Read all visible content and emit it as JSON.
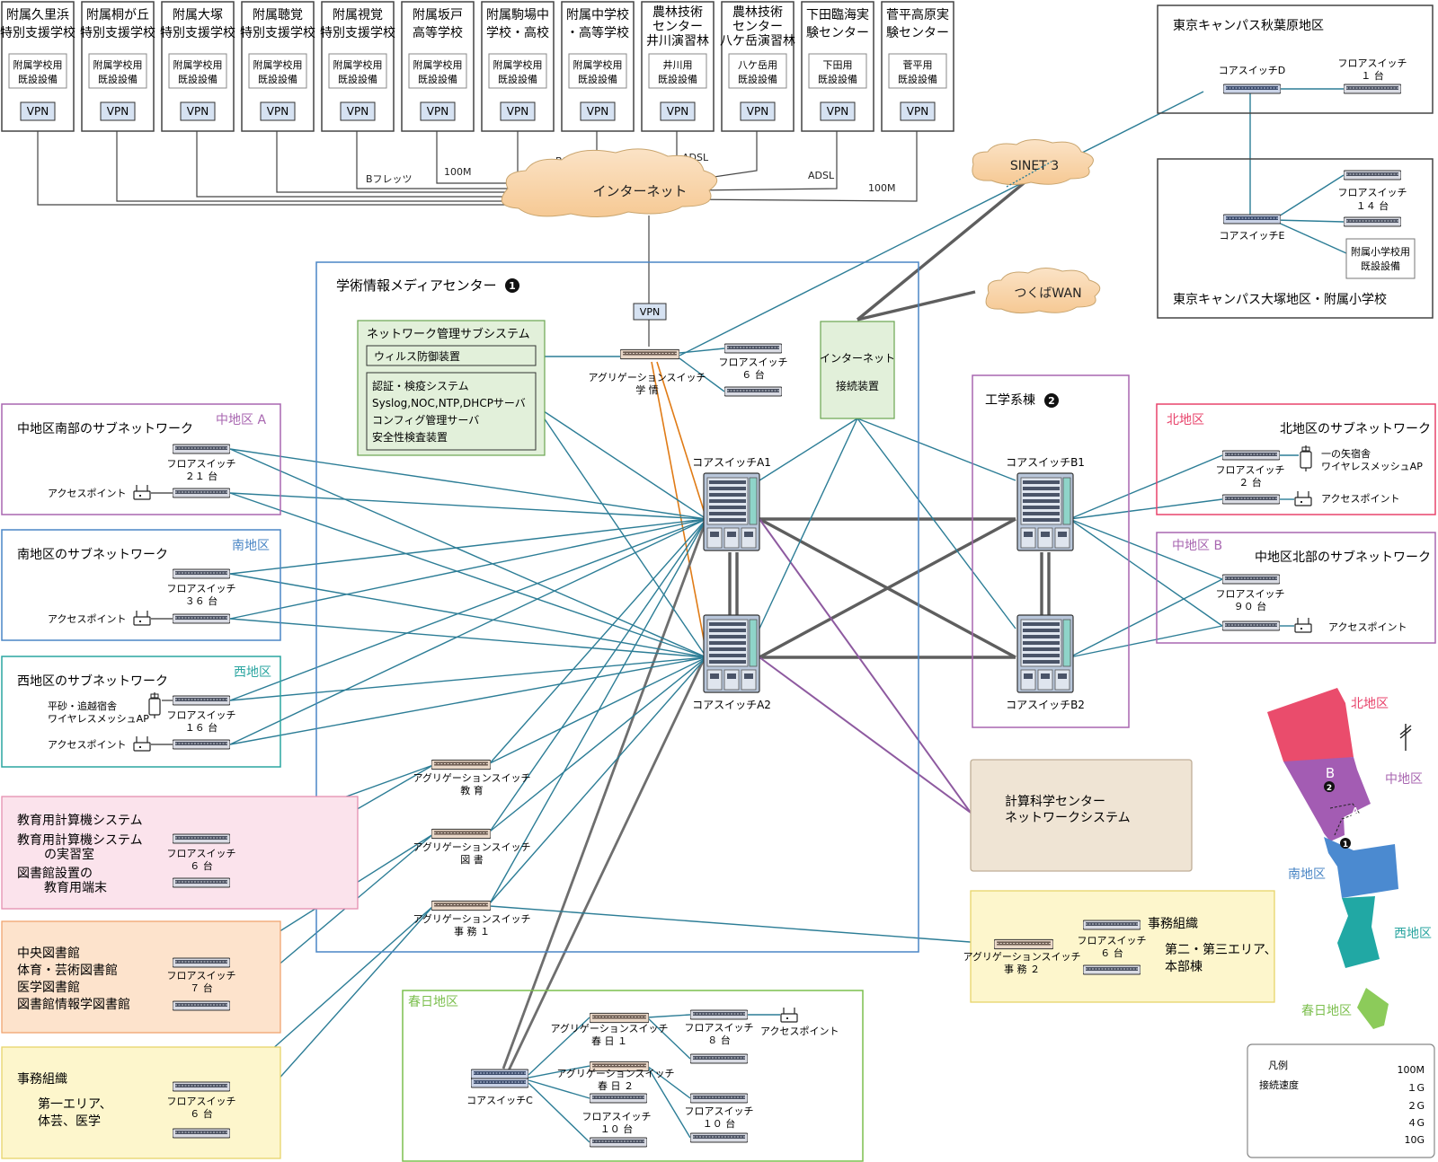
{
  "schools": [
    {
      "name1": "附属久里浜",
      "name2": "特別支援学校",
      "eq1": "附属学校用",
      "eq2": "既設設備",
      "vpn": "VPN"
    },
    {
      "name1": "附属桐が丘",
      "name2": "特別支援学校",
      "eq1": "附属学校用",
      "eq2": "既設設備",
      "vpn": "VPN"
    },
    {
      "name1": "附属大塚",
      "name2": "特別支援学校",
      "eq1": "附属学校用",
      "eq2": "既設設備",
      "vpn": "VPN"
    },
    {
      "name1": "附属聴覚",
      "name2": "特別支援学校",
      "eq1": "附属学校用",
      "eq2": "既設設備",
      "vpn": "VPN"
    },
    {
      "name1": "附属視覚",
      "name2": "特別支援学校",
      "eq1": "附属学校用",
      "eq2": "既設設備",
      "vpn": "VPN"
    },
    {
      "name1": "附属坂戸",
      "name2": "高等学校",
      "eq1": "附属学校用",
      "eq2": "既設設備",
      "vpn": "VPN"
    },
    {
      "name1": "附属駒場中",
      "name2": "学校・高校",
      "eq1": "附属学校用",
      "eq2": "既設設備",
      "vpn": "VPN"
    },
    {
      "name1": "附属中学校",
      "name2": "・高等学校",
      "eq1": "附属学校用",
      "eq2": "既設設備",
      "vpn": "VPN"
    },
    {
      "name1": "農林技術",
      "name2": "センター",
      "name3": "井川演習林",
      "eq1": "井川用",
      "eq2": "既設設備",
      "vpn": "VPN"
    },
    {
      "name1": "農林技術",
      "name2": "センター",
      "name3": "八ケ岳演習林",
      "eq1": "八ケ岳用",
      "eq2": "既設設備",
      "vpn": "VPN"
    },
    {
      "name1": "下田臨海実",
      "name2": "験センター",
      "eq1": "下田用",
      "eq2": "既設設備",
      "vpn": "VPN"
    },
    {
      "name1": "菅平高原実",
      "name2": "験センター",
      "eq1": "菅平用",
      "eq2": "既設設備",
      "vpn": "VPN"
    }
  ],
  "wan_labels": {
    "bflets1": "Bフレッツ",
    "m100a": "100M",
    "bflets2": "Bフレッツ",
    "adsl1": "ADSL",
    "adsl2": "ADSL",
    "m100b": "100M"
  },
  "clouds": {
    "internet": "インターネット",
    "sinet": "SINET 3",
    "tsukuba": "つくばWAN"
  },
  "akihabara": {
    "title": "東京キャンパス秋葉原地区",
    "core": "コアスイッチD",
    "floor1": "フロアスイッチ",
    "floor2": "１ 台"
  },
  "otsuka": {
    "title": "東京キャンパス大塚地区・附属小学校",
    "core": "コアスイッチE",
    "floor1": "フロアスイッチ",
    "floor2": "１４ 台",
    "eq1": "附属小学校用",
    "eq2": "既設設備"
  },
  "center": {
    "title": "学術情報メディアセンター",
    "num": "1",
    "vpn": "VPN",
    "mgmt_title": "ネットワーク管理サブシステム",
    "virus": "ウィルス防御装置",
    "auth": [
      "認証・検疫システム",
      "Syslog,NOC,NTP,DHCPサーバ",
      "コンフィグ管理サーバ",
      "安全性検査装置"
    ],
    "agg_gakujo1": "アグリゲーションスイッチ",
    "agg_gakujo2": "学 情",
    "floor_gakujo1": "フロアスイッチ",
    "floor_gakujo2": "６ 台",
    "inet_dev1": "インターネット",
    "inet_dev2": "接続装置",
    "coreA1": "コアスイッチA1",
    "coreA2": "コアスイッチA2",
    "agg_edu1": "アグリゲーションスイッチ",
    "agg_edu2": "教 育",
    "agg_lib1": "アグリゲーションスイッチ",
    "agg_lib2": "図 書",
    "agg_jimu1": "アグリゲーションスイッチ",
    "agg_jimu2": "事 務 １"
  },
  "engineering": {
    "title": "工学系棟",
    "num": "2",
    "coreB1": "コアスイッチB1",
    "coreB2": "コアスイッチB2"
  },
  "nakaA": {
    "area": "中地区 A",
    "title": "中地区南部のサブネットワーク",
    "floor1": "フロアスイッチ",
    "floor2": "２１ 台",
    "ap": "アクセスポイント"
  },
  "minami": {
    "area": "南地区",
    "title": "南地区のサブネットワーク",
    "floor1": "フロアスイッチ",
    "floor2": "３６ 台",
    "ap": "アクセスポイント"
  },
  "nishi": {
    "area": "西地区",
    "title": "西地区のサブネットワーク",
    "mesh1": "平砂・追越宿舎",
    "mesh2": "ワイヤレスメッシュAP",
    "floor1": "フロアスイッチ",
    "floor2": "１６ 台",
    "ap": "アクセスポイント"
  },
  "kita": {
    "area": "北地区",
    "title": "北地区のサブネットワーク",
    "floor1": "フロアスイッチ",
    "floor2": "２ 台",
    "mesh1": "一の矢宿舎",
    "mesh2": "ワイヤレスメッシュAP",
    "ap": "アクセスポイント"
  },
  "nakaB": {
    "area": "中地区 B",
    "title": "中地区北部のサブネットワーク",
    "floor1": "フロアスイッチ",
    "floor2": "９０ 台",
    "ap": "アクセスポイント"
  },
  "compsci": {
    "line1": "計算科学センター",
    "line2": "ネットワークシステム"
  },
  "edu": {
    "lines": [
      "教育用計算機システム",
      "教育用計算機システム",
      "の実習室",
      "図書館設置の",
      "教育用端末"
    ],
    "floor1": "フロアスイッチ",
    "floor2": "６ 台"
  },
  "lib": {
    "lines": [
      "中央図書館",
      "体育・芸術図書館",
      "医学図書館",
      "図書館情報学図書館"
    ],
    "floor1": "フロアスイッチ",
    "floor2": "７ 台"
  },
  "jimu1box": {
    "title": "事務組織",
    "l1": "第一エリア、",
    "l2": "体芸、医学",
    "floor1": "フロアスイッチ",
    "floor2": "６ 台"
  },
  "jimu2box": {
    "title": "事務組織",
    "agg1": "アグリゲーションスイッチ",
    "agg2": "事 務 ２",
    "floor1": "フロアスイッチ",
    "floor2": "６ 台",
    "l1": "第二・第三エリア、",
    "l2": "本部棟"
  },
  "kasuga": {
    "area": "春日地区",
    "agg1a": "アグリゲーションスイッチ",
    "agg1b": "春 日 １",
    "agg2a": "アグリゲーションスイッチ",
    "agg2b": "春 日 ２",
    "floorA1": "フロアスイッチ",
    "floorA2": "８ 台",
    "ap": "アクセスポイント",
    "floorB1": "フロアスイッチ",
    "floorB2": "１０ 台",
    "floorC1": "フロアスイッチ",
    "floorC2": "１０ 台",
    "coreC": "コアスイッチC"
  },
  "map": {
    "kita": "北地区",
    "naka": "中地区",
    "minami": "南地区",
    "nishi": "西地区",
    "kasuga": "春日地区",
    "A": "A",
    "B": "B",
    "n1": "1",
    "n2": "2"
  },
  "legend": {
    "title": "凡例",
    "speed": "接続速度",
    "items": [
      {
        "label": "100M",
        "color": "#555555"
      },
      {
        "label": "１G",
        "color": "#2c7d96"
      },
      {
        "label": "２G",
        "color": "#e07b16"
      },
      {
        "label": "４G",
        "color": "#8e5aa0"
      },
      {
        "label": "10G",
        "color": "#595959"
      }
    ]
  },
  "colors": {
    "g1": "#2c7d96",
    "m100": "#444444",
    "g2": "#e07b16",
    "g4": "#8e5aa0",
    "g10": "#5e5e5e",
    "center_border": "#4a86c5",
    "kita_red": "#e8436b",
    "purple": "#a866b0",
    "blue": "#4a86c5",
    "teal": "#2aa5a0",
    "green": "#7cbf4e"
  }
}
